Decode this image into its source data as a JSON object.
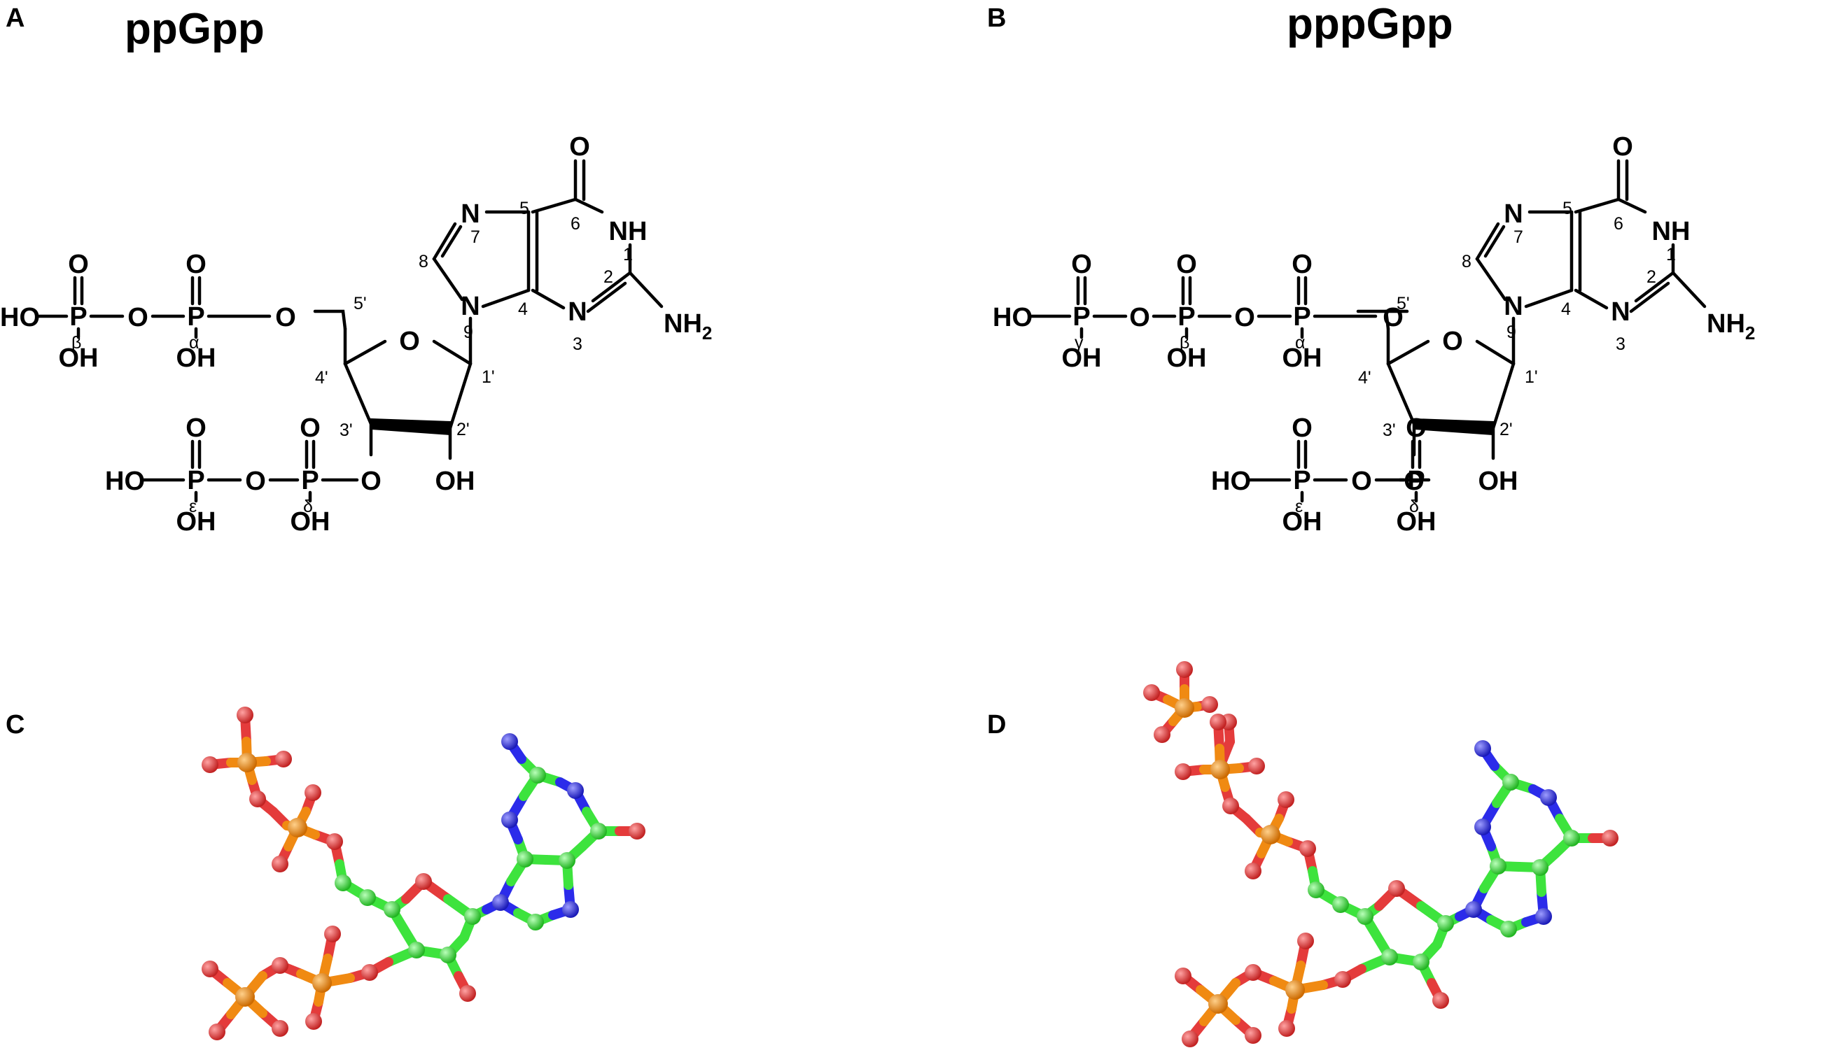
{
  "panels": [
    {
      "id": "A",
      "letter": "A",
      "title": "ppGpp"
    },
    {
      "id": "B",
      "letter": "B",
      "title": "pppGpp"
    },
    {
      "id": "C",
      "letter": "C",
      "title": ""
    },
    {
      "id": "D",
      "letter": "D",
      "title": ""
    }
  ],
  "atoms": {
    "O": "O",
    "N": "N",
    "NH": "NH",
    "NH2": "NH",
    "NH2_sub": "2",
    "P": "P",
    "OH": "OH",
    "HO": "HO"
  },
  "ring_numbers": {
    "n1": "1",
    "n2": "2",
    "n3": "3",
    "n4": "4",
    "n5": "5",
    "n6": "6",
    "n7": "7",
    "n8": "8",
    "n9": "9",
    "c1p": "1'",
    "c2p": "2'",
    "c3p": "3'",
    "c4p": "4'",
    "c5p": "5'"
  },
  "phosphate_labels": {
    "alpha": "α",
    "beta": "β",
    "gamma": "γ",
    "delta": "δ",
    "epsilon": "ε"
  },
  "colors": {
    "carbon": "#3de33d",
    "nitrogen": "#2b2bea",
    "oxygen": "#e43b3b",
    "phosphorus": "#f08a12",
    "ink": "#000000"
  }
}
